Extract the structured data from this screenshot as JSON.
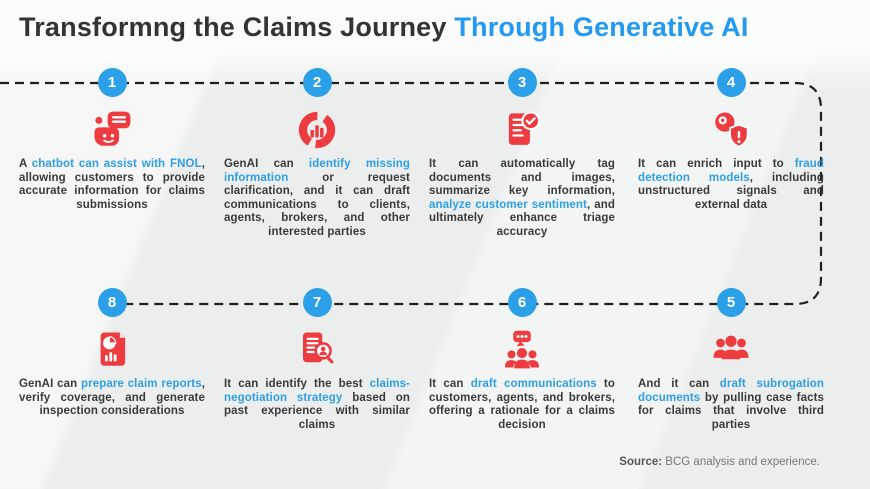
{
  "title": {
    "prefix": "Transformng the Claims Journey ",
    "highlight": "Through Generative AI"
  },
  "source": {
    "label": "Source:",
    "text": " BCG analysis and experience."
  },
  "colors": {
    "accent_blue": "#2e9fe6",
    "title_blue": "#2499f2",
    "icon_red": "#ee3b40",
    "badge_blue": "#2b9fe8",
    "line_dark": "#1f1f1f",
    "text_dark": "#3a3a3a",
    "background": "#eceeed"
  },
  "steps": [
    {
      "number": "1",
      "row": "top",
      "icon": "chatbot-icon",
      "segments": [
        {
          "text": "A ",
          "highlight": false
        },
        {
          "text": "chatbot can assist with FNOL",
          "highlight": true
        },
        {
          "text": ", allowing customers to provide accurate information for claims submissions",
          "highlight": false
        }
      ]
    },
    {
      "number": "2",
      "row": "top",
      "icon": "donut-chart-icon",
      "segments": [
        {
          "text": "GenAI can ",
          "highlight": false
        },
        {
          "text": "identify missing information",
          "highlight": true
        },
        {
          "text": " or request clarification, and it can draft communications to clients, agents, brokers, and other interested parties",
          "highlight": false
        }
      ]
    },
    {
      "number": "3",
      "row": "top",
      "icon": "document-check-icon",
      "segments": [
        {
          "text": "It can automatically tag documents and images, summarize key information, ",
          "highlight": false
        },
        {
          "text": "analyze customer sentiment",
          "highlight": true
        },
        {
          "text": ", and ultimately enhance triage accuracy",
          "highlight": false
        }
      ]
    },
    {
      "number": "4",
      "row": "top",
      "icon": "fraud-detection-icon",
      "segments": [
        {
          "text": "It can enrich input to ",
          "highlight": false
        },
        {
          "text": "fraud detection models",
          "highlight": true
        },
        {
          "text": ", including unstructured signals and external data",
          "highlight": false
        }
      ]
    },
    {
      "number": "8",
      "row": "bottom",
      "icon": "claim-report-icon",
      "segments": [
        {
          "text": "GenAI can ",
          "highlight": false
        },
        {
          "text": "prepare claim reports",
          "highlight": true
        },
        {
          "text": ", verify coverage, and generate inspection considerations",
          "highlight": false
        }
      ]
    },
    {
      "number": "7",
      "row": "bottom",
      "icon": "document-search-icon",
      "segments": [
        {
          "text": "It can identify the best ",
          "highlight": false
        },
        {
          "text": "claims-negotiation strategy",
          "highlight": true
        },
        {
          "text": " based on past experience with similar claims",
          "highlight": false
        }
      ]
    },
    {
      "number": "6",
      "row": "bottom",
      "icon": "people-chat-icon",
      "segments": [
        {
          "text": "It can ",
          "highlight": false
        },
        {
          "text": "draft communications",
          "highlight": true
        },
        {
          "text": " to customers, agents, and brokers, offering a rationale for a claims decision",
          "highlight": false
        }
      ]
    },
    {
      "number": "5",
      "row": "bottom",
      "icon": "people-group-icon",
      "segments": [
        {
          "text": "And it can ",
          "highlight": false
        },
        {
          "text": "draft subrogation documents",
          "highlight": true
        },
        {
          "text": " by pulling case facts for claims that involve third parties",
          "highlight": false
        }
      ]
    }
  ]
}
